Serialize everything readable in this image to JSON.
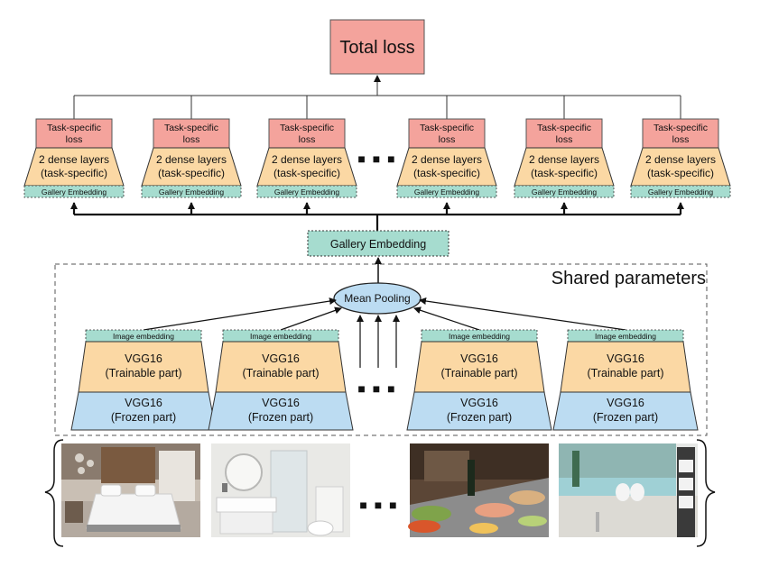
{
  "top": {
    "total_loss": "Total loss"
  },
  "task_heads": [
    {
      "loss": [
        "Task-specific",
        "loss"
      ],
      "dense": [
        "2 dense layers",
        "(task-specific)"
      ],
      "embedding": "Gallery Embedding"
    },
    {
      "loss": [
        "Task-specific",
        "loss"
      ],
      "dense": [
        "2 dense layers",
        "(task-specific)"
      ],
      "embedding": "Gallery Embedding"
    },
    {
      "loss": [
        "Task-specific",
        "loss"
      ],
      "dense": [
        "2 dense layers",
        "(task-specific)"
      ],
      "embedding": "Gallery Embedding"
    },
    {
      "loss": [
        "Task-specific",
        "loss"
      ],
      "dense": [
        "2 dense layers",
        "(task-specific)"
      ],
      "embedding": "Gallery Embedding"
    },
    {
      "loss": [
        "Task-specific",
        "loss"
      ],
      "dense": [
        "2 dense layers",
        "(task-specific)"
      ],
      "embedding": "Gallery Embedding"
    },
    {
      "loss": [
        "Task-specific",
        "loss"
      ],
      "dense": [
        "2 dense layers",
        "(task-specific)"
      ],
      "embedding": "Gallery Embedding"
    }
  ],
  "ellipsis_top": "■  ■  ■",
  "gallery_embedding": "Gallery Embedding",
  "shared_parameters": "Shared parameters",
  "mean_pooling": "Mean Pooling",
  "backbones": [
    {
      "embedding": "Image embedding",
      "trainable": [
        "VGG16",
        "(Trainable part)"
      ],
      "frozen": [
        "VGG16",
        "(Frozen part)"
      ]
    },
    {
      "embedding": "Image embedding",
      "trainable": [
        "VGG16",
        "(Trainable part)"
      ],
      "frozen": [
        "VGG16",
        "(Frozen part)"
      ]
    },
    {
      "embedding": "Image embedding",
      "trainable": [
        "VGG16",
        "(Trainable part)"
      ],
      "frozen": [
        "VGG16",
        "(Frozen part)"
      ]
    },
    {
      "embedding": "Image embedding",
      "trainable": [
        "VGG16",
        "(Trainable part)"
      ],
      "frozen": [
        "VGG16",
        "(Frozen part)"
      ]
    }
  ],
  "ellipsis_mid": "■  ■  ■",
  "ellipsis_bottom": "■  ■  ■",
  "photos": [
    {
      "subject": "hotel-bedroom"
    },
    {
      "subject": "hotel-bathroom"
    },
    {
      "subject": "breakfast-buffet"
    },
    {
      "subject": "indoor-pool"
    }
  ],
  "colors": {
    "loss_fill": "#f4a39c",
    "dense_fill": "#fbd8a4",
    "embed_fill": "#a6dccf",
    "vgg_trainable": "#fbd8a4",
    "vgg_frozen": "#bcdcf2",
    "pool_fill": "#bcdcf2"
  }
}
